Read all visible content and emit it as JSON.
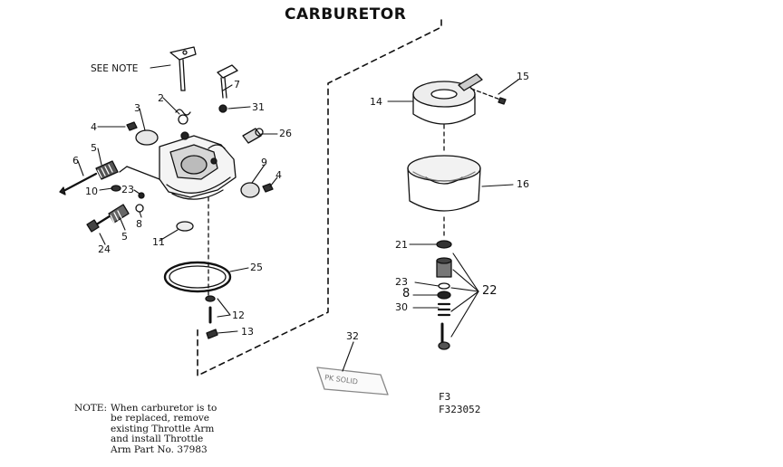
{
  "diagram": {
    "title": "CARBURETOR",
    "see_note": "SEE NOTE",
    "part_labels": {
      "p2": "2",
      "p3": "3",
      "p4a": "4",
      "p4b": "4",
      "p5a": "5",
      "p5b": "5",
      "p6": "6",
      "p7": "7",
      "p8a": "8",
      "p8b": "8",
      "p9": "9",
      "p10": "10",
      "p11": "11",
      "p12": "12",
      "p13": "13",
      "p14": "14",
      "p15": "15",
      "p16": "16",
      "p21": "21",
      "p22": "22",
      "p23a": "23",
      "p23b": "23",
      "p24": "24",
      "p25": "25",
      "p26": "26",
      "p30": "30",
      "p31": "31",
      "p32": "32"
    },
    "note": {
      "prefix": "NOTE:",
      "lines": [
        "When carburetor is to",
        "be replaced, remove",
        "existing Throttle Arm",
        "and install Throttle",
        "Arm Part No. 37983"
      ]
    },
    "label_tag_text": "PK SOLID",
    "figure_codes": [
      "F3",
      "F323052"
    ]
  }
}
